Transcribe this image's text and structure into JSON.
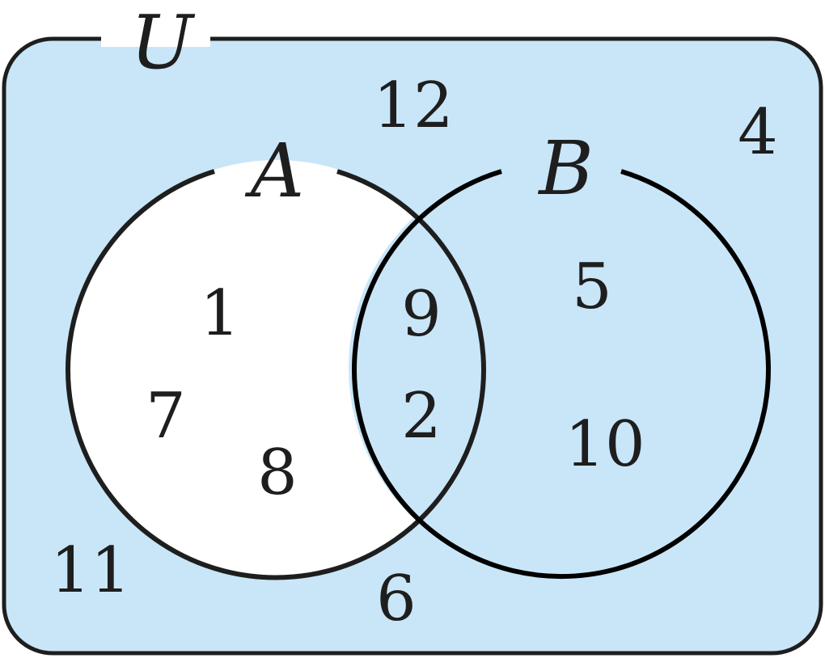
{
  "universe": {
    "label": "U",
    "fill_color": "#c9e6f8",
    "outside_elements": [
      "12",
      "4",
      "11",
      "6"
    ]
  },
  "set_a": {
    "label": "A",
    "fill_color": "#ffffff",
    "only_elements": [
      "1",
      "7",
      "8"
    ]
  },
  "set_b": {
    "label": "B",
    "only_elements": [
      "5",
      "10"
    ]
  },
  "intersection": {
    "elements": [
      "9",
      "2"
    ]
  },
  "stroke_color": "#1e1e1e"
}
